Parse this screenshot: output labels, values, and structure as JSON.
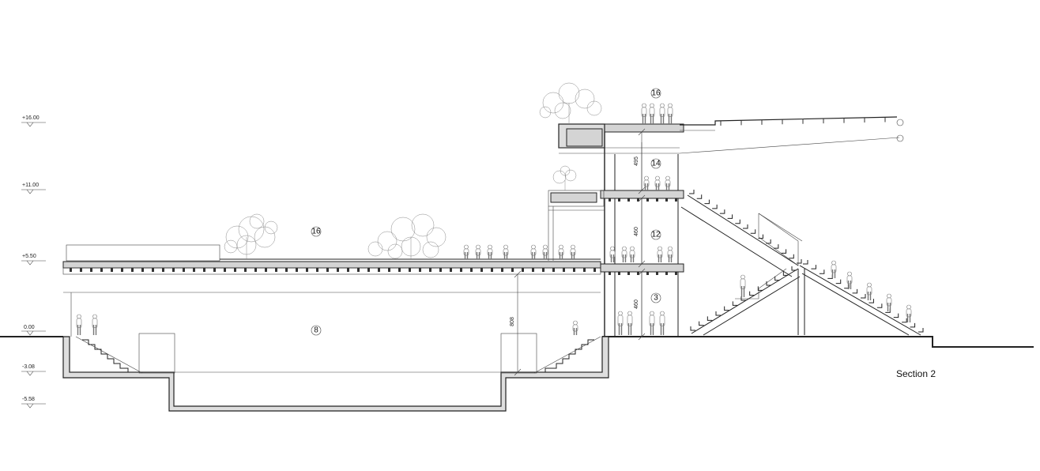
{
  "drawing": {
    "title": "Section 2",
    "levels": [
      "+16.00",
      "+11.00",
      "+5.50",
      "0.00",
      "-3.08",
      "-5.58"
    ],
    "room_tags": [
      "16",
      "14",
      "12",
      "3",
      "8",
      "16"
    ],
    "dimensions": [
      "495",
      "460",
      "460",
      "808"
    ]
  }
}
